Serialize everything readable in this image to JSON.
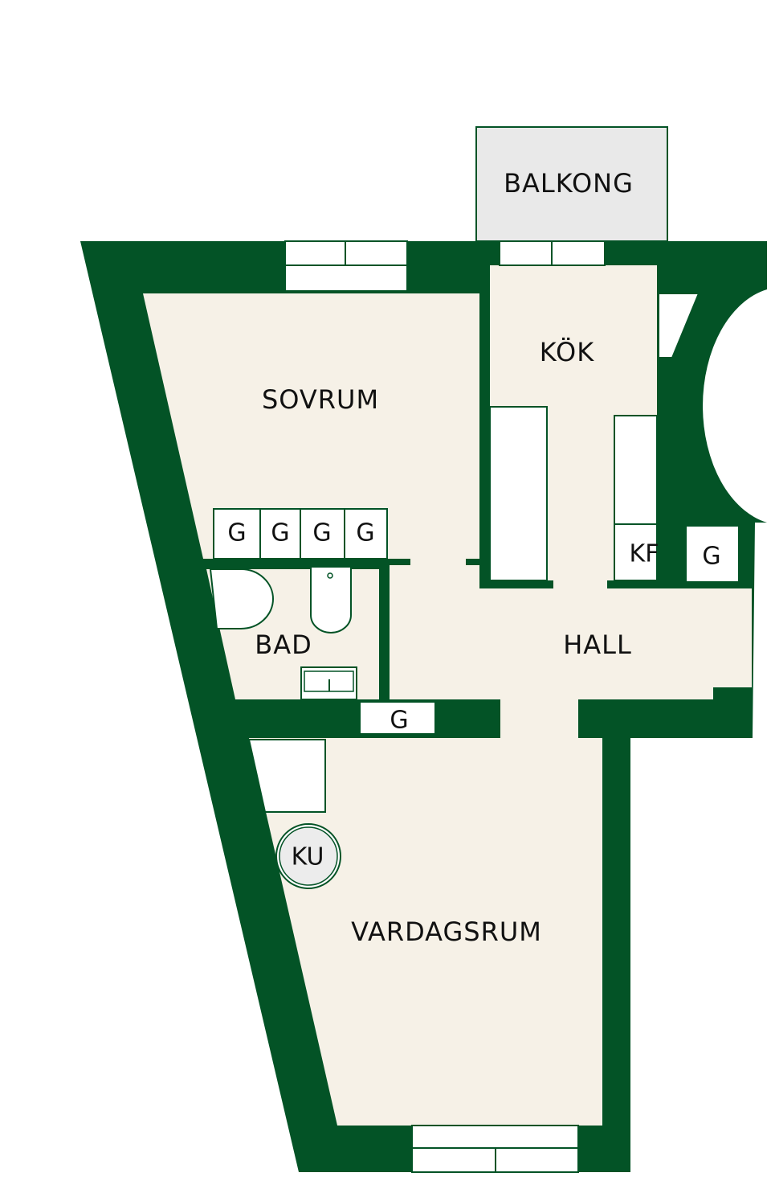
{
  "colors": {
    "wall": "#035326",
    "floor": "#f6f1e7",
    "balcony": "#e9e9e9",
    "fixture": "#ffffff",
    "line": "#035326",
    "text": "#111111"
  },
  "rooms": {
    "balkong": "BALKONG",
    "kok": "KÖK",
    "sovrum": "SOVRUM",
    "bad": "BAD",
    "hall": "HALL",
    "vardagsrum": "VARDAGSRUM"
  },
  "fixtures": {
    "wardrobe_labels": [
      "G",
      "G",
      "G",
      "G"
    ],
    "fridge_freezer": "KF",
    "hall_wardrobe": "G",
    "hall_shelf": "G",
    "tiled_stove": "KU"
  }
}
